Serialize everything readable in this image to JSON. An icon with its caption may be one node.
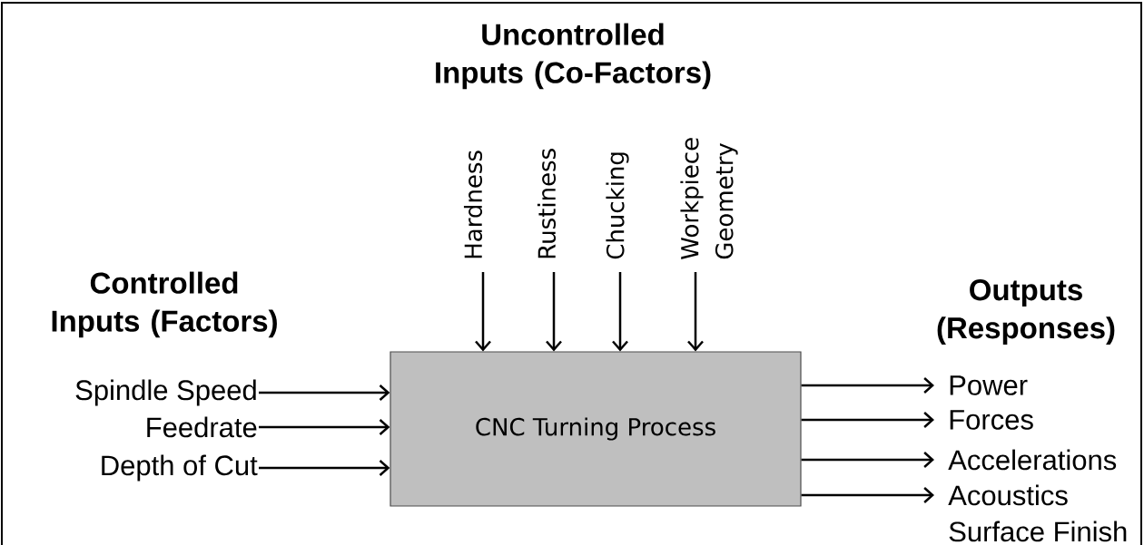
{
  "diagram": {
    "nodes": [
      {
        "text": [
          "CNC Turning Process"
        ]
      },
      {
        "text": [
          "Spindle  Speed"
        ]
      },
      {
        "text": [
          "Feedrate"
        ]
      },
      {
        "text": [
          "Depth of Cut"
        ]
      },
      {
        "text": [
          "Hardness"
        ]
      },
      {
        "text": [
          "Rustiness"
        ]
      },
      {
        "text": [
          "Chucking"
        ]
      },
      {
        "text": [
          "Workpiece Geometry"
        ]
      },
      {
        "text": [
          "Power"
        ]
      },
      {
        "text": [
          "Forces"
        ]
      },
      {
        "text": [
          "Accelerations"
        ]
      },
      {
        "text": [
          "Acoustics"
        ]
      }
    ],
    "edges": [
      {
        "from": 1,
        "to": 0,
        "arrow": "to"
      },
      {
        "from": 2,
        "to": 0,
        "arrow": "to"
      },
      {
        "from": 3,
        "to": 0,
        "arrow": "to"
      },
      {
        "from": 4,
        "to": 0,
        "arrow": "to"
      },
      {
        "from": 5,
        "to": 0,
        "arrow": "to"
      },
      {
        "from": 6,
        "to": 0,
        "arrow": "to"
      },
      {
        "from": 7,
        "to": 0,
        "arrow": "to"
      },
      {
        "from": 0,
        "to": 8,
        "arrow": "to"
      },
      {
        "from": 0,
        "to": 9,
        "arrow": "to"
      },
      {
        "from": 0,
        "to": 10,
        "arrow": "to"
      },
      {
        "from": 0,
        "to": 11,
        "arrow": "to"
      }
    ],
    "labels": [
      "Uncontrolled Inputs (Co-Factors)",
      "Controlled Inputs (Factors)",
      "Outputs (Responses)",
      "Surface Finish"
    ]
  }
}
